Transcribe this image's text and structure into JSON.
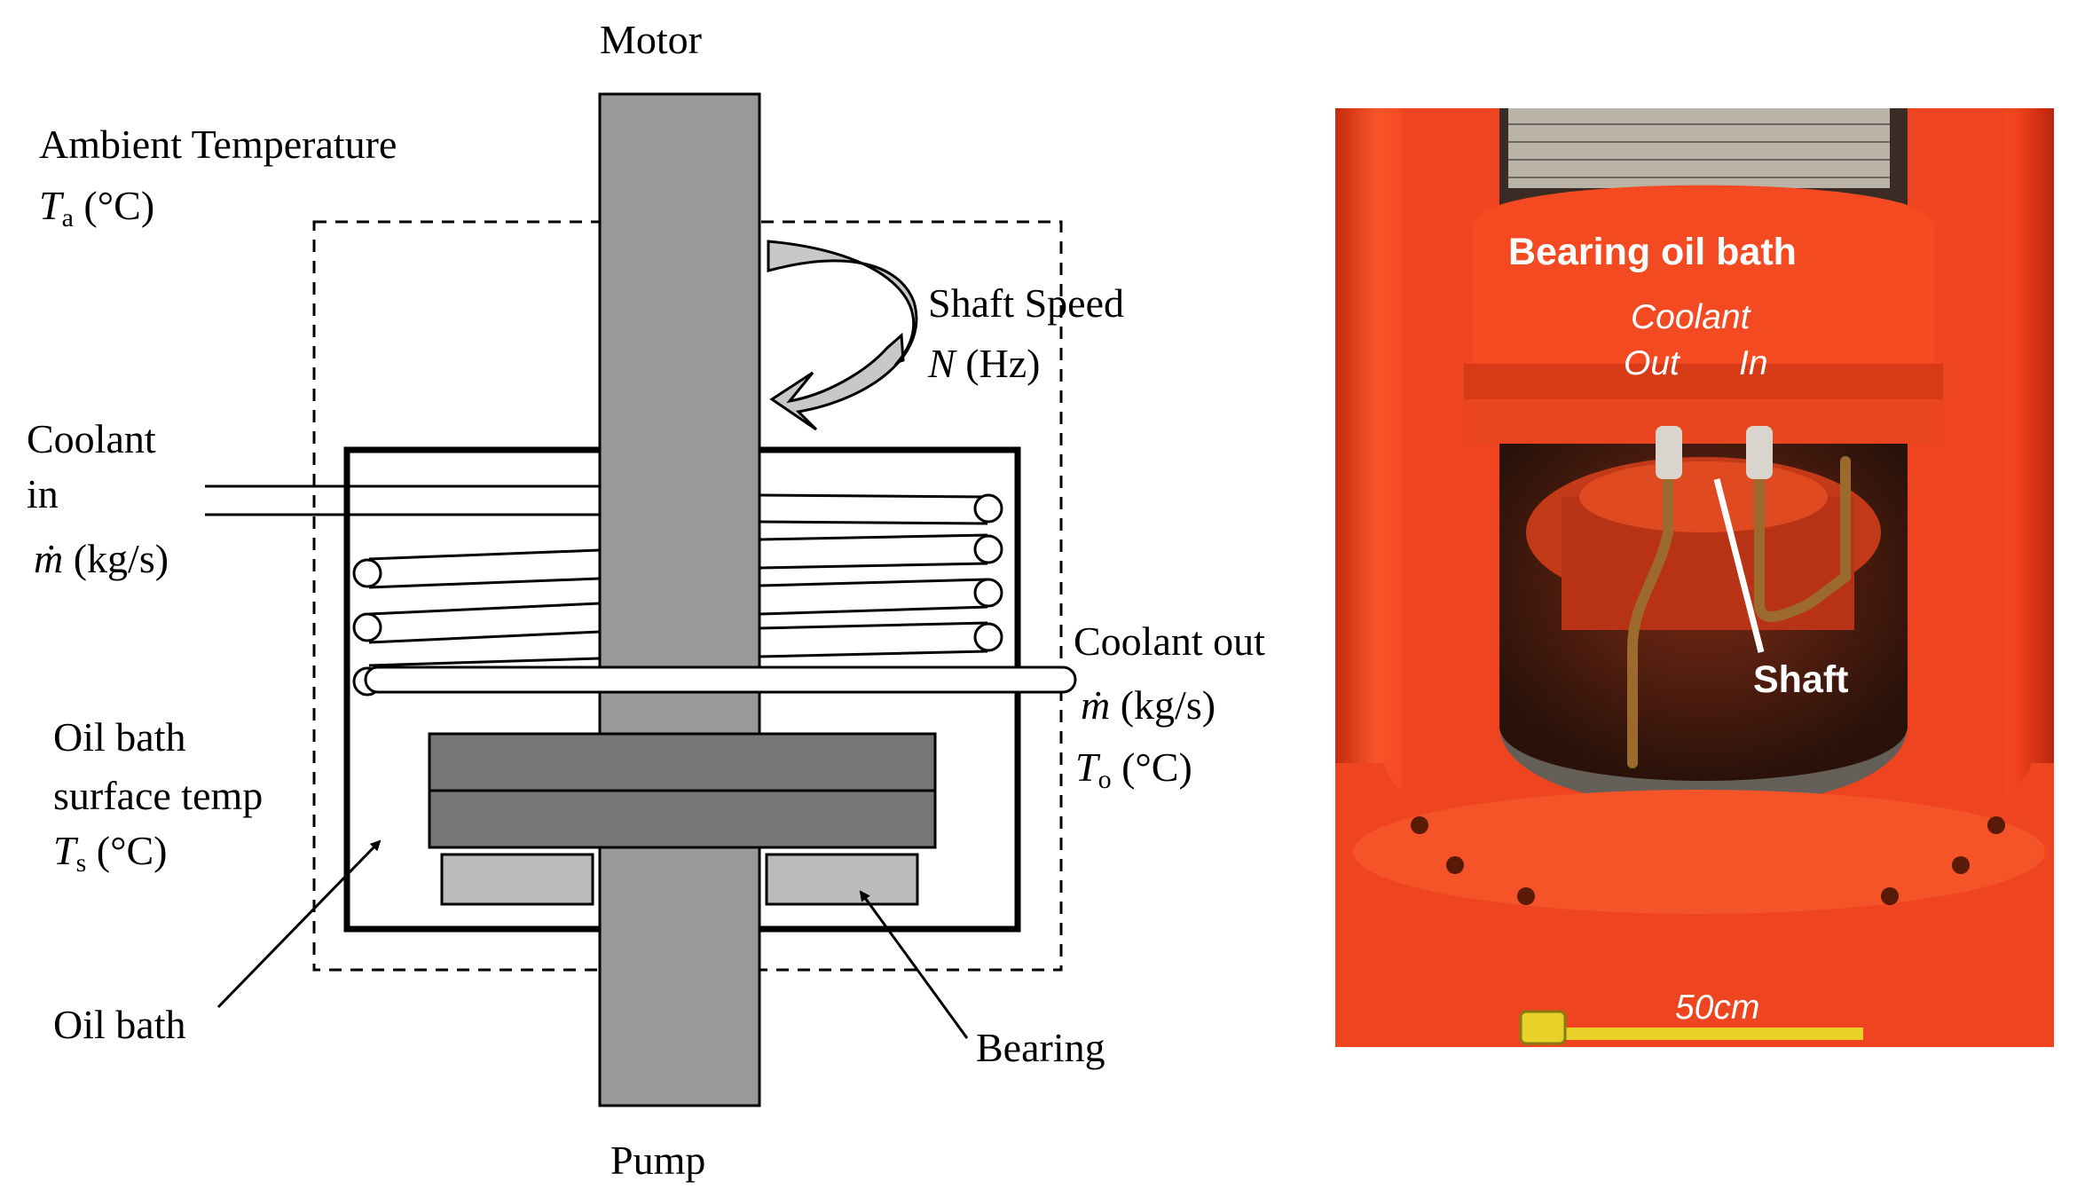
{
  "schematic": {
    "motor": "Motor",
    "pump": "Pump",
    "ambient_line1": "Ambient Temperature",
    "ambient_sym": "T",
    "ambient_sub": "a",
    "ambient_unit": " (°C)",
    "shaft_speed_line1": "Shaft Speed",
    "shaft_speed_sym": "N",
    "shaft_speed_unit": " (Hz)",
    "coolant_in_line1": "Coolant",
    "coolant_in_line2": "in",
    "mdot_sym": "ṁ",
    "mdot_unit": " (kg/s)",
    "coolant_out_line1": "Coolant out",
    "outlet_sym": "T",
    "outlet_sub": "o",
    "outlet_unit": " (°C)",
    "surface_line1": "Oil bath",
    "surface_line2": "surface temp",
    "surface_sym": "T",
    "surface_sub": "s",
    "surface_unit": " (°C)",
    "oil_bath": "Oil bath",
    "bearing": "Bearing"
  },
  "photo": {
    "bearing_oil_bath": "Bearing oil bath",
    "coolant": "Coolant",
    "out": "Out",
    "in": "In",
    "shaft": "Shaft",
    "scale": "50cm"
  },
  "colors": {
    "shaft": "#999999",
    "plate": "#777777",
    "bearing": "#bbbbbb",
    "arrow": "#c8c8c8",
    "pump_body": "#f0401c"
  }
}
